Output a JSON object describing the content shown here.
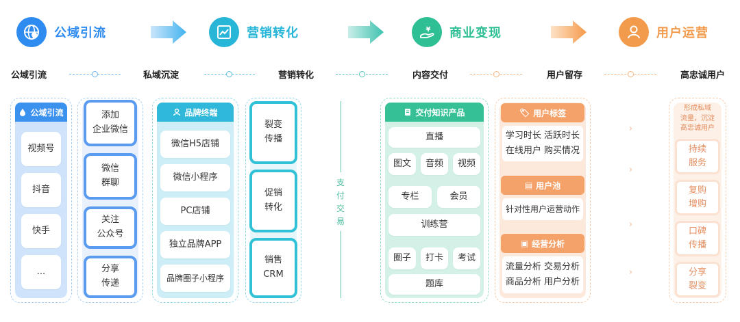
{
  "stages": [
    {
      "label": "公域引流",
      "icon": "globe-user-icon",
      "color": "#2e8bf0"
    },
    {
      "label": "营销转化",
      "icon": "chart-icon",
      "color": "#27b6d8"
    },
    {
      "label": "商业变现",
      "icon": "money-hand-icon",
      "color": "#2fbf94"
    },
    {
      "label": "用户运营",
      "icon": "user-icon",
      "color": "#f39b4d"
    }
  ],
  "flow": [
    "公域引流",
    "私域沉淀",
    "营销转化",
    "内容交付",
    "用户留存",
    "高忠诚用户"
  ],
  "col1": {
    "header": "公域引流",
    "items": [
      "视频号",
      "抖音",
      "快手",
      "..."
    ]
  },
  "col2": {
    "items": [
      "添加\n企业微信",
      "微信\n群聊",
      "关注\n公众号",
      "分享\n传递"
    ]
  },
  "col3": {
    "header": "品牌终端",
    "items": [
      "微信H5店铺",
      "微信小程序",
      "PC店铺",
      "独立品牌APP",
      "品牌圈子小程序"
    ]
  },
  "col4": {
    "items": [
      "裂变\n传播",
      "促销\n转化",
      "销售\nCRM"
    ]
  },
  "pay": "支付交易",
  "col5": {
    "header": "交付知识产品",
    "rows": [
      [
        "直播"
      ],
      [
        "图文",
        "音频",
        "视频"
      ],
      [
        "专栏",
        "会员"
      ],
      [
        "训练营"
      ],
      [
        "圈子",
        "打卡",
        "考试"
      ],
      [
        "题库"
      ]
    ]
  },
  "col6": {
    "sections": [
      {
        "header": "用户标签",
        "lines": [
          "学习时长  活跃时长",
          "在线用户  购买情况"
        ]
      },
      {
        "header": "用户池",
        "lines": [
          "针对性用户运营动作"
        ]
      },
      {
        "header": "经营分析",
        "lines": [
          "流量分析  交易分析",
          "商品分析  用户分析"
        ]
      }
    ]
  },
  "col7": {
    "note": "形成私域\n流量，沉淀\n高忠诚用户",
    "items": [
      "持续\n服务",
      "复购\n增购",
      "口碑\n传播",
      "分享\n裂变"
    ]
  }
}
